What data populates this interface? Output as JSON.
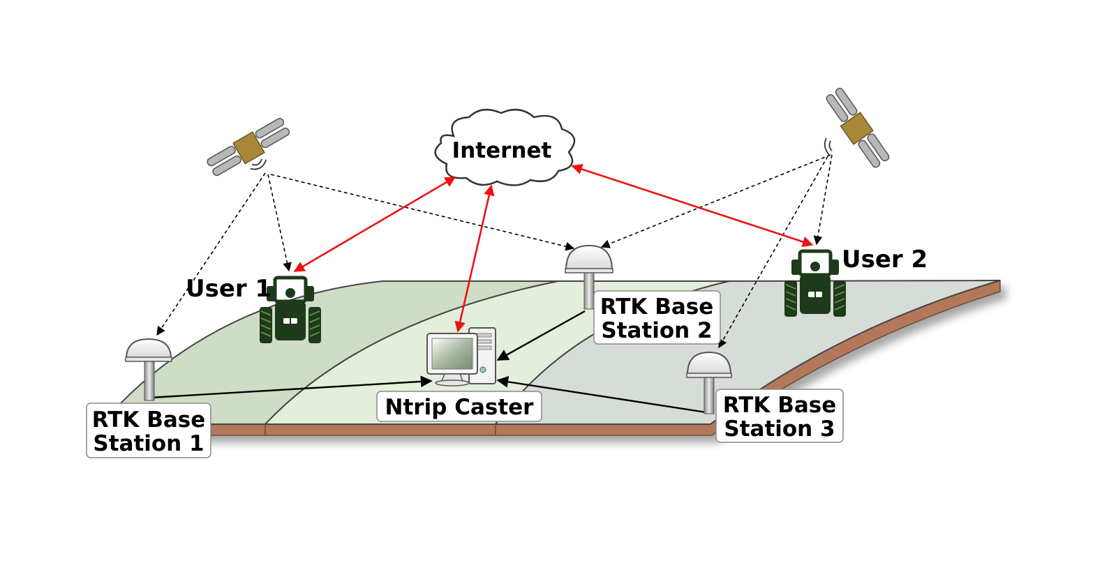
{
  "cloud": {
    "label": "Internet"
  },
  "caster": {
    "label": "Ntrip Caster"
  },
  "stations": [
    {
      "line1": "RTK Base",
      "line2": "Station 1"
    },
    {
      "line1": "RTK Base",
      "line2": "Station 2"
    },
    {
      "line1": "RTK Base",
      "line2": "Station 3"
    }
  ],
  "users": [
    {
      "label": "User 1"
    },
    {
      "label": "User 2"
    }
  ],
  "colors": {
    "field_a": "#cfdcc6",
    "field_b": "#e3efda",
    "field_c": "#d6dcd6",
    "soil": "#b3785a",
    "tractor": "#1d3a1a",
    "internet_link": "#ee1111",
    "data_link": "#000000",
    "satellite_panel": "#b8b8b8",
    "satellite_body": "#a8893a"
  },
  "icons": [
    "satellite-icon",
    "cloud-icon",
    "tractor-icon",
    "antenna-icon",
    "computer-icon"
  ]
}
